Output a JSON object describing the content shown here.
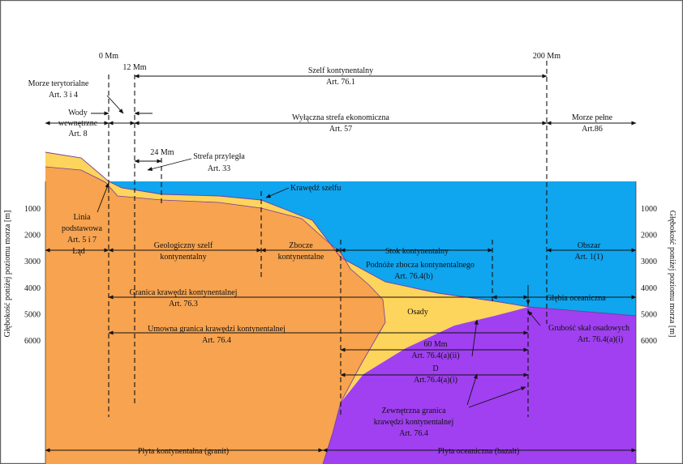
{
  "colors": {
    "sea": "#0fa5ef",
    "continental_crust": "#f7a34f",
    "sediment": "#fdd45c",
    "oceanic_crust": "#a040f0",
    "outline": "#111111"
  },
  "axis": {
    "ylabel": "Głębokość poniżej poziomu morza [m]",
    "ticks": [
      "1000",
      "2000",
      "3000",
      "4000",
      "5000",
      "6000"
    ]
  },
  "top_labels": {
    "mm0": "0 Mm",
    "mm12": "12 Mm",
    "mm200": "200 Mm",
    "mm24": "24 Mm"
  },
  "zones": {
    "shelf_title": "Szelf kontynentalny",
    "shelf_art": "Art. 76.1",
    "terr_sea_title": "Morze terytorialne",
    "terr_sea_art": "Art. 3 i 4",
    "internal_waters_l1": "Wody",
    "internal_waters_l2": "wewnętrzne",
    "internal_waters_art": "Art. 8",
    "eez_title": "Wyłączna strefa ekonomiczna",
    "eez_art": "Art. 57",
    "high_seas_title": "Morze pełne",
    "high_seas_art": "Art.86",
    "contiguous_title": "Strefa przyległa",
    "contiguous_art": "Art. 33"
  },
  "features": {
    "shelf_edge": "Krawędź szelfu",
    "baseline_l1": "Linia",
    "baseline_l2": "podstawowa",
    "baseline_art": "Art. 5 i 7",
    "land": "Ląd",
    "geo_shelf_l1": "Geologiczny szelf",
    "geo_shelf_l2": "kontynentalny",
    "slope_l1": "Zbocze",
    "slope_l2": "kontynentalne",
    "rise_title": "Stok kontynentalny",
    "foot_title": "Podnóże zbocza kontynentalnego",
    "foot_art": "Art. 76.4(b)",
    "area_title": "Obszar",
    "area_art": "Art. 1(1)",
    "abyss": "Głębia oceaniczna",
    "margin_edge_title": "Granica krawędzi kontynentalnej",
    "margin_edge_art": "Art. 76.3",
    "conv_edge_title": "Umowna granica krawędzi kontynentalnej",
    "conv_edge_art": "Art. 76.4",
    "sediments": "Osady",
    "sed_thickness_title": "Grubość skał osadowych",
    "sed_thickness_art": "Art. 76.4(a)(i)",
    "mm60_title": "60 Mm",
    "mm60_art": "Art. 76.4(a)(ii)",
    "d_title": "D",
    "d_art": "Art.76.4(a)(i)",
    "outer_l1": "Zewnętrzna granica",
    "outer_l2": "krawędzi kontynentalnej",
    "outer_art": "Art. 76.4",
    "cont_plate": "Płyta kontynentalna (granit)",
    "ocean_plate": "Płyta oceaniczna (bazalt)"
  }
}
